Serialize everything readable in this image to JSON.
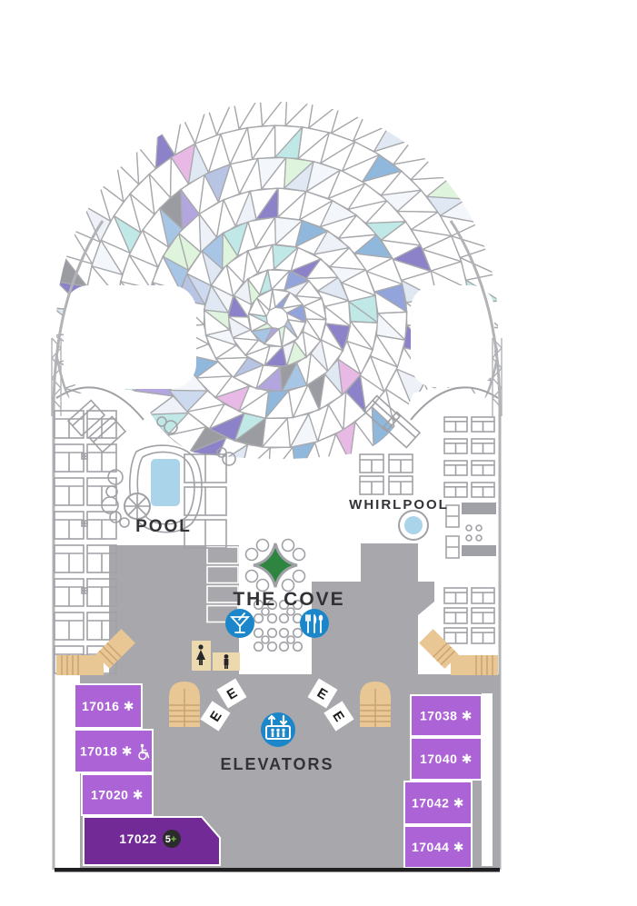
{
  "deck_plan": {
    "labels": {
      "pool": "POOL",
      "whirlpool": "WHIRLPOOL",
      "venue": "THE COVE",
      "elevators": "ELEVATORS"
    },
    "elevator_letter": "E",
    "cabin_marker": "✱",
    "cabins": {
      "left": [
        {
          "number": "17016",
          "asterisk": true,
          "accessible": false,
          "badge": ""
        },
        {
          "number": "17018",
          "asterisk": true,
          "accessible": true,
          "badge": ""
        },
        {
          "number": "17020",
          "asterisk": true,
          "accessible": false,
          "badge": ""
        },
        {
          "number": "17022",
          "asterisk": false,
          "accessible": false,
          "badge": "5+"
        }
      ],
      "right": [
        {
          "number": "17038",
          "asterisk": true,
          "accessible": false,
          "badge": ""
        },
        {
          "number": "17040",
          "asterisk": true,
          "accessible": false,
          "badge": ""
        },
        {
          "number": "17042",
          "asterisk": true,
          "accessible": false,
          "badge": ""
        },
        {
          "number": "17044",
          "asterisk": true,
          "accessible": false,
          "badge": ""
        }
      ]
    },
    "icons": [
      "martini-icon",
      "dining-icon",
      "elevator-icon",
      "umbrella-icon",
      "wheelchair-icon",
      "restroom-person-icon",
      "table-star-icon"
    ],
    "badge_plus_color_note": "white 5 with green plus on dark circle"
  },
  "colors": {
    "deck_gray": "#a8a8ac",
    "furniture_gray": "#a0a1a6",
    "mesh_line": "#a8a9ad",
    "hull_gray": "#b2b3b6",
    "icon_blue": "#1b86c9",
    "pool_blue": "#a9d4ea",
    "star_green": "#2e8540",
    "restroom_tan": "#ecd9ad",
    "stair_tan": "#e9c795",
    "stair_line": "#c9a26e",
    "text_dark": "#323237",
    "cabin_purple": "#ab63d6",
    "cabin_dark_purple": "#722b96",
    "badge_dark": "#2b2b2b",
    "badge_plus_green": "#7dc243",
    "mesh_palette": [
      "#ccd9ee",
      "#93a3db",
      "#b8c4e4",
      "#dff4dc",
      "#8b82c9",
      "#8fb8dc",
      "#e0e8f3",
      "#eef2f8",
      "#9b9ca1",
      "#e8b9e4",
      "#bfe8e6",
      "#b3a6df",
      "#a7c6e6",
      "#f3f6fa"
    ]
  }
}
